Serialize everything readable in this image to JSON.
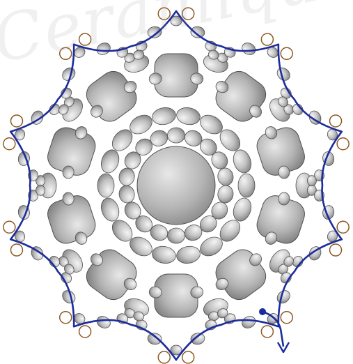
{
  "diagram": {
    "watermark": "Ceramiques.com",
    "colors": {
      "thread": "#1c2c9c",
      "pivot_bead": "#8c5a22",
      "bead_fill_light": "#f2f2f2",
      "bead_fill_dark": "#7c7c7c",
      "bead_outline": "#505050",
      "background": "#ffffff"
    },
    "beads": {
      "center_cabochon": 1,
      "inner_ring_small": 18,
      "middle_ring_oval": 18,
      "outer_rounded_squares": 10,
      "tip_picot_clusters": 10
    },
    "icons": [
      "arrow-down-icon",
      "thread-start-dot-icon"
    ]
  }
}
